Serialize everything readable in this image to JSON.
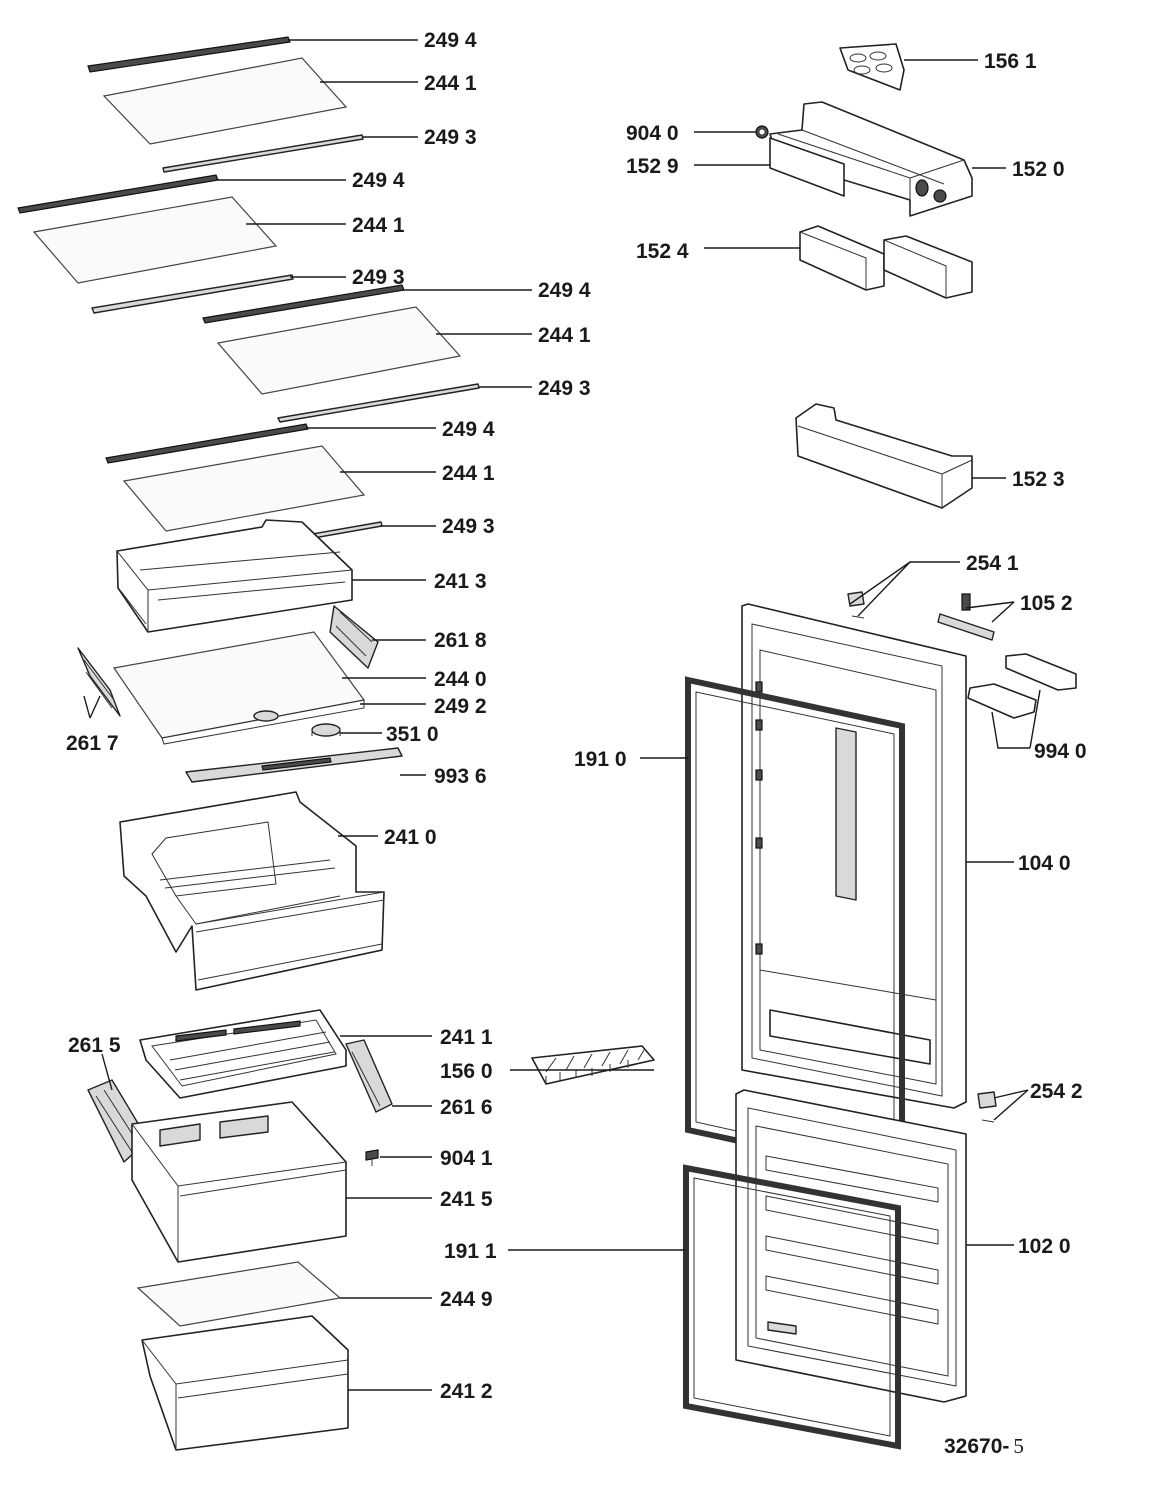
{
  "diagram": {
    "drawing_code": "32670-",
    "drawing_code_suffix": "5",
    "labels": {
      "l2494a": "249 4",
      "l2441a": "244 1",
      "l2493a": "249 3",
      "l2494b": "249 4",
      "l2441b": "244 1",
      "l2493b": "249 3",
      "l2494c": "249 4",
      "l2441c": "244 1",
      "l2493c": "249 3",
      "l2494d": "249 4",
      "l2441d": "244 1",
      "l2493d": "249 3",
      "l2413": "241 3",
      "l2618": "261 8",
      "l2440": "244 0",
      "l2492": "249 2",
      "l2617": "261 7",
      "l3510": "351 0",
      "l9936": "993 6",
      "l2410": "241 0",
      "l2411": "241 1",
      "l2615": "261 5",
      "l1560": "156 0",
      "l2616": "261 6",
      "l9041": "904 1",
      "l2415": "241 5",
      "l2449": "244 9",
      "l2412": "241 2",
      "l1561": "156 1",
      "l9040": "904 0",
      "l1529": "152 9",
      "l1520": "152 0",
      "l1524": "152 4",
      "l1523": "152 3",
      "l2541": "254 1",
      "l1052": "105 2",
      "l9940": "994 0",
      "l1910": "191 0",
      "l1040": "104 0",
      "l2542": "254 2",
      "l1911": "191 1",
      "l1020": "102 0"
    }
  }
}
